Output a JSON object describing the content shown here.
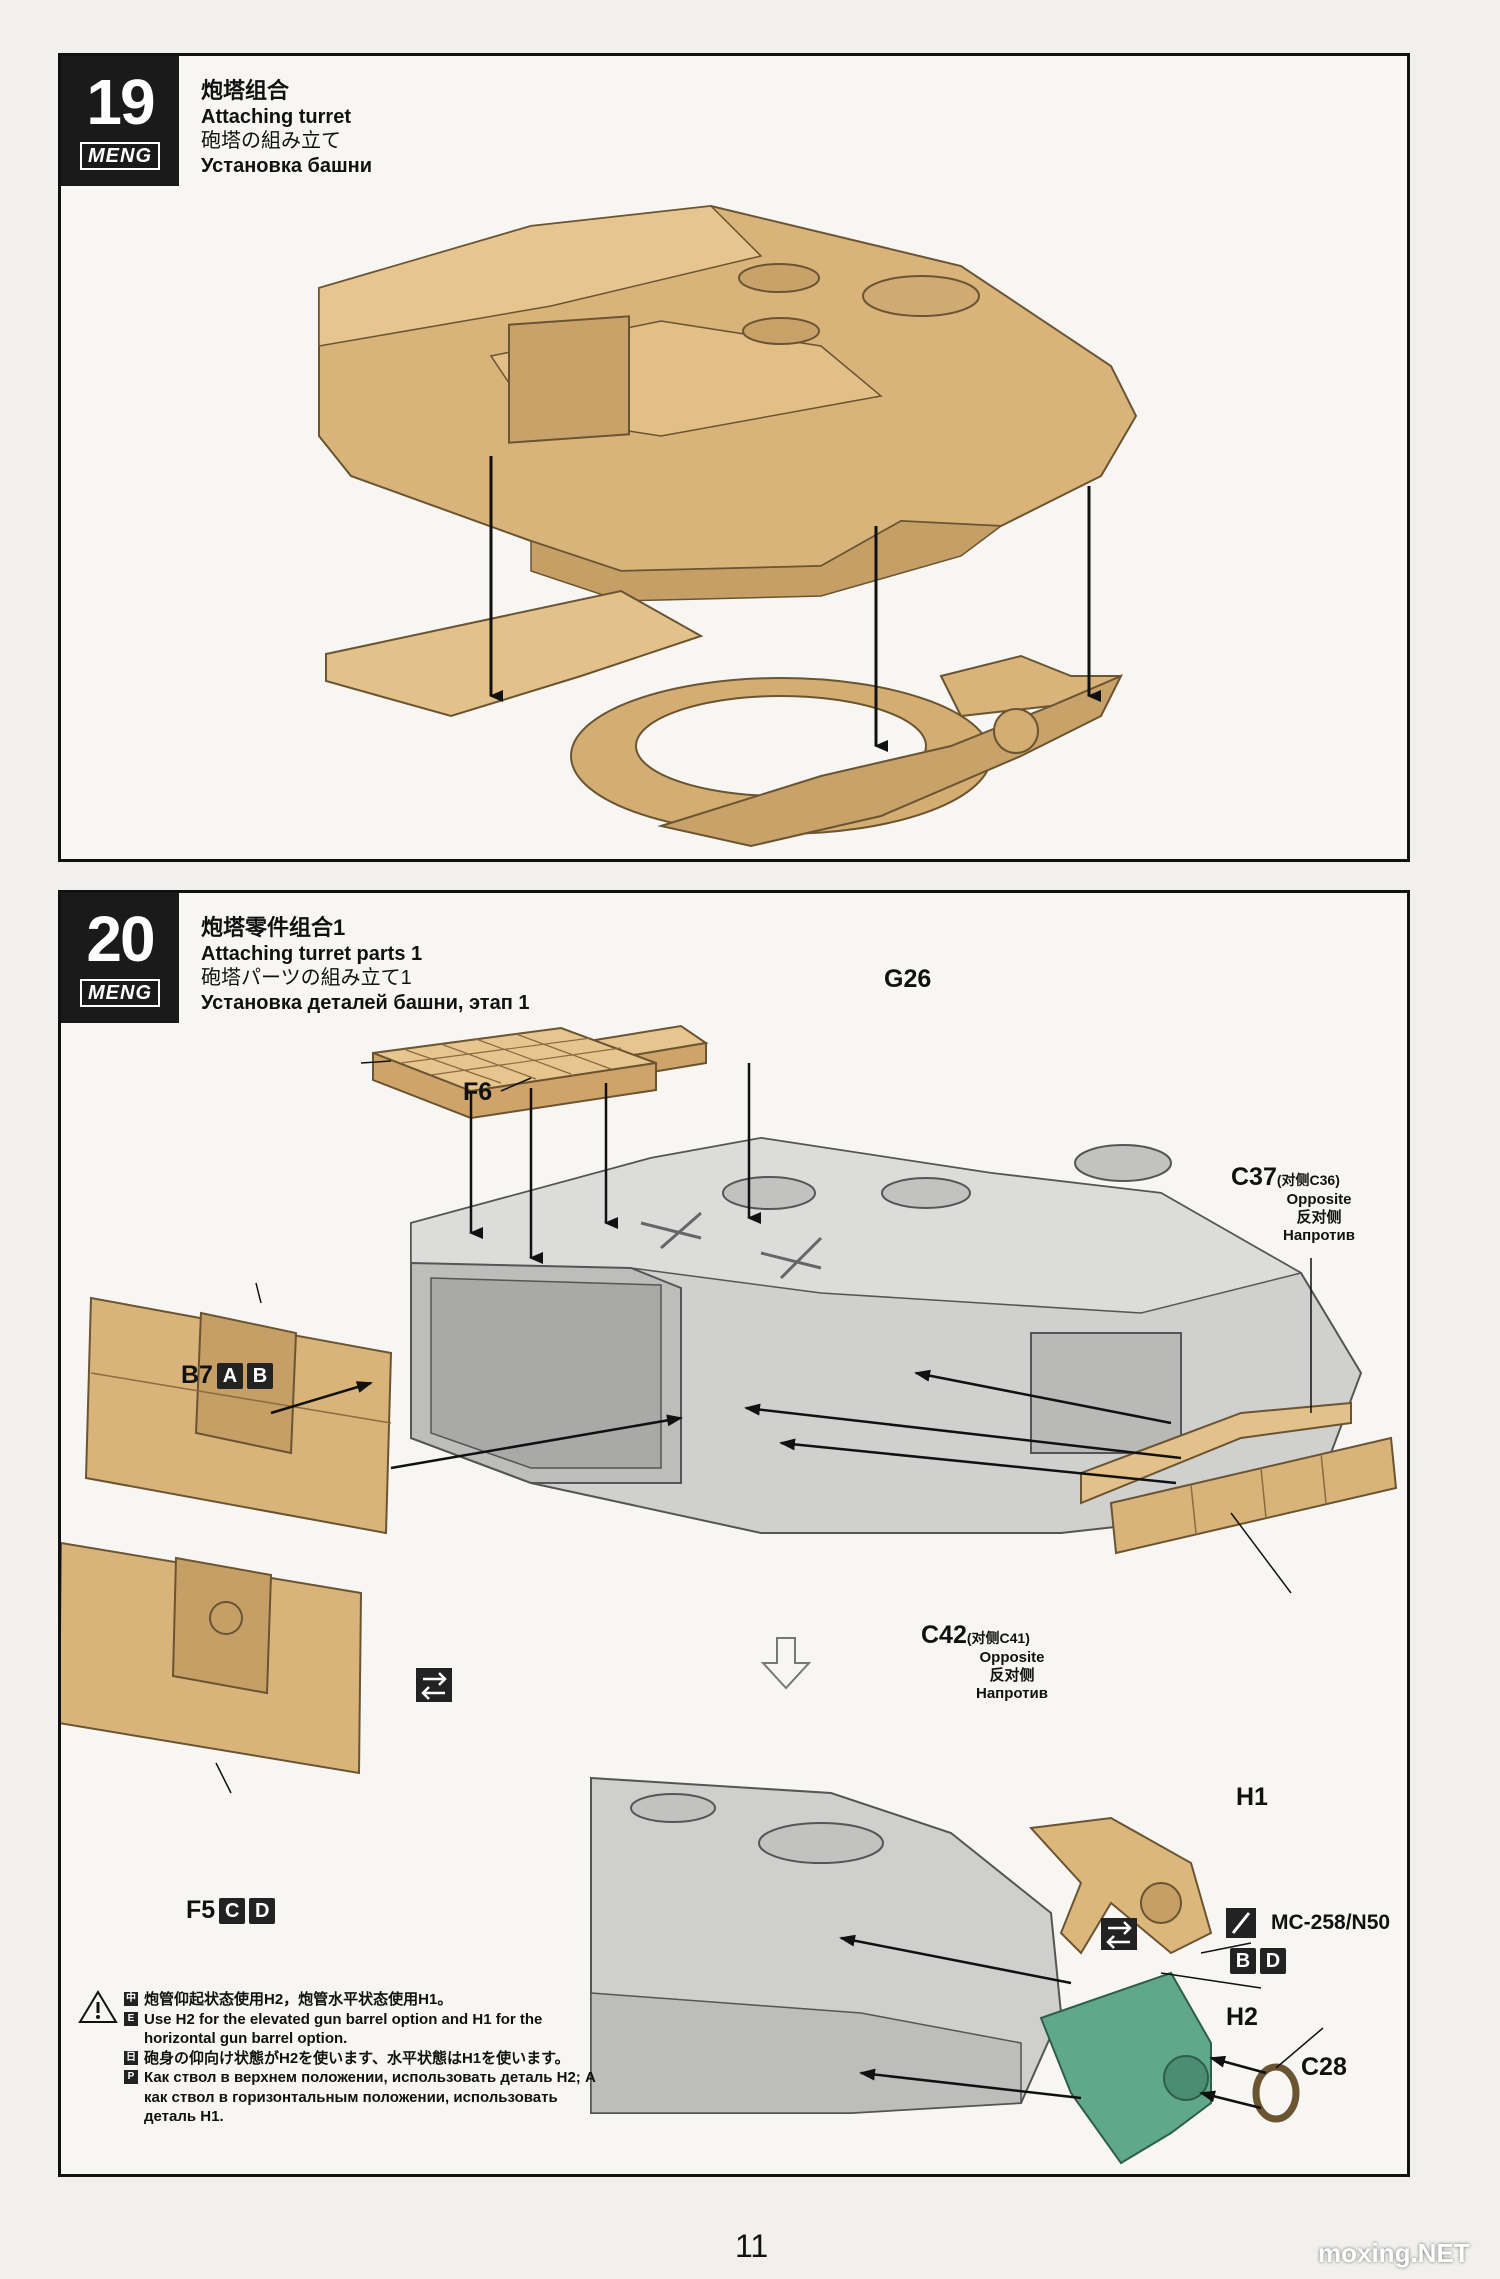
{
  "step19": {
    "number": "19",
    "brand": "MENG",
    "title_zh": "炮塔组合",
    "title_en": "Attaching turret",
    "title_ja": "砲塔の組み立て",
    "title_ru": "Установка башни"
  },
  "step20": {
    "number": "20",
    "brand": "MENG",
    "title_zh": "炮塔零件组合1",
    "title_en": "Attaching turret parts 1",
    "title_ja": "砲塔パーツの組み立て1",
    "title_ru": "Установка деталей башни, этап 1",
    "parts": {
      "g26": "G26",
      "f6": "F6",
      "c37": "C37",
      "c37_opp": "(对侧C36)",
      "b7": "B7",
      "f5": "F5",
      "c42": "C42",
      "c42_opp": "(对侧C41)",
      "h1": "H1",
      "h2": "H2",
      "c28": "C28",
      "paint": "MC-258/N50"
    },
    "opposite": {
      "en": "Opposite",
      "zh": "反对侧",
      "ru": "Напротив"
    },
    "letters": {
      "b7": [
        "A",
        "B"
      ],
      "f5": [
        "C",
        "D"
      ],
      "paint": [
        "B",
        "D"
      ]
    },
    "note": {
      "zh": "炮管仰起状态使用H2，炮管水平状态使用H1。",
      "en": "Use H2 for the elevated gun barrel option and H1 for the horizontal gun barrel option.",
      "ja": "砲身の仰向け状態がH2を使います、水平状態はH1を使います。",
      "ru": "Как ствол в верхнем положении, использовать деталь H2; А как ствол в горизонтальным положении, использовать деталь H1."
    }
  },
  "page_number": "11",
  "watermark": "moxing.NET",
  "colors": {
    "tan_part": "#d9b47a",
    "grey_part": "#c8c8c6",
    "green_part": "#5fa98a",
    "frame": "#111111"
  }
}
